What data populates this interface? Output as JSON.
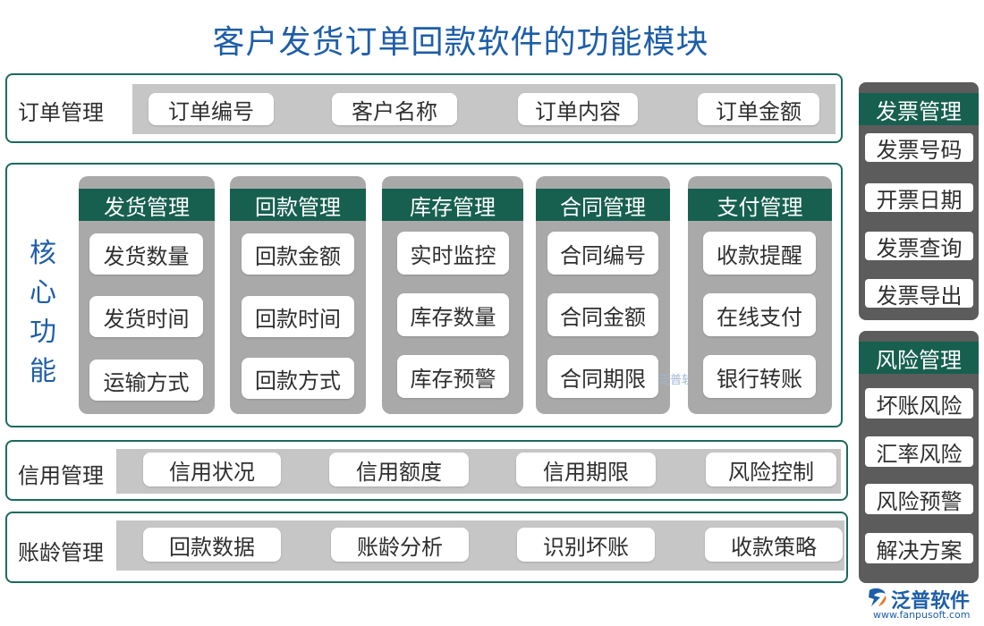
{
  "title": "客户发货订单回款软件的功能模块",
  "order": {
    "label": "订单管理",
    "items": [
      "订单编号",
      "客户名称",
      "订单内容",
      "订单金额"
    ]
  },
  "core": {
    "label": [
      "核",
      "心",
      "功",
      "能"
    ],
    "columns": [
      {
        "header": "发货管理",
        "items": [
          "发货数量",
          "发货时间",
          "运输方式"
        ]
      },
      {
        "header": "回款管理",
        "items": [
          "回款金额",
          "回款时间",
          "回款方式"
        ]
      },
      {
        "header": "库存管理",
        "items": [
          "实时监控",
          "库存数量",
          "库存预警"
        ]
      },
      {
        "header": "合同管理",
        "items": [
          "合同编号",
          "合同金额",
          "合同期限"
        ]
      },
      {
        "header": "支付管理",
        "items": [
          "收款提醒",
          "在线支付",
          "银行转账"
        ]
      }
    ]
  },
  "credit": {
    "label": "信用管理",
    "items": [
      "信用状况",
      "信用额度",
      "信用期限",
      "风险控制"
    ]
  },
  "aging": {
    "label": "账龄管理",
    "items": [
      "回款数据",
      "账龄分析",
      "识别坏账",
      "收款策略"
    ]
  },
  "invoice": {
    "header": "发票管理",
    "items": [
      "发票号码",
      "开票日期",
      "发票查询",
      "发票导出"
    ]
  },
  "risk": {
    "header": "风险管理",
    "items": [
      "坏账风险",
      "汇率风险",
      "风险预警",
      "解决方案"
    ]
  },
  "watermark": "泛普软件",
  "logo": {
    "name": "泛普软件",
    "url": "www.fanpusoft.com",
    "icon": "fanpu-logo-icon"
  },
  "colors": {
    "title": "#1e5ea8",
    "header_bg": "#17604f",
    "border": "#1c6a5c",
    "strip": "#c6c6c6",
    "column_bg": "#a9a9a9",
    "side_bg": "#5c5c5c"
  }
}
